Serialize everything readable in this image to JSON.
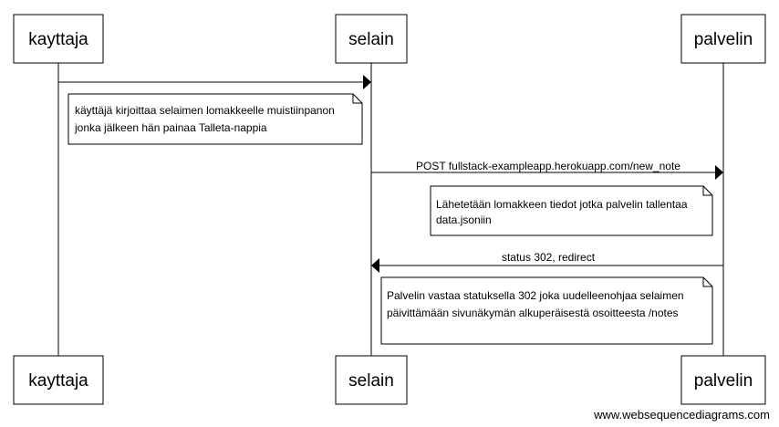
{
  "actors": [
    {
      "id": "kayttaja",
      "label": "kayttaja"
    },
    {
      "id": "selain",
      "label": "selain"
    },
    {
      "id": "palvelin",
      "label": "palvelin"
    }
  ],
  "messages": [
    {
      "from": "kayttaja",
      "to": "selain",
      "label": ""
    },
    {
      "from": "selain",
      "to": "palvelin",
      "label": "POST fullstack-exampleapp.herokuapp.com/new_note"
    },
    {
      "from": "palvelin",
      "to": "selain",
      "label": "status 302, redirect"
    }
  ],
  "notes": [
    {
      "lines": [
        "käyttäjä kirjoittaa selaimen lomakkeelle muistiinpanon",
        "jonka jälkeen hän painaa Talleta-nappia"
      ]
    },
    {
      "lines": [
        "Lähetetään lomakkeen tiedot jotka palvelin tallentaa",
        "data.jsoniin"
      ]
    },
    {
      "lines": [
        "Palvelin vastaa statuksella 302 joka uudelleenohjaa selaimen",
        "päivittämään sivunäkymän alkuperäisestä osoitteesta /notes"
      ]
    }
  ],
  "footer": "www.websequencediagrams.com"
}
